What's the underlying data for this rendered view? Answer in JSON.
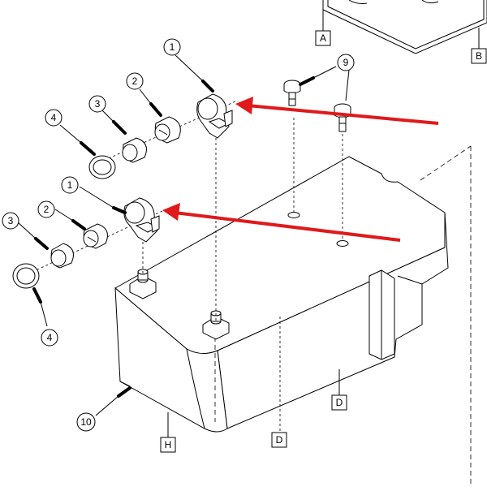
{
  "colors": {
    "line": "#000000",
    "background": "#ffffff",
    "arrow": "#e0191b"
  },
  "callouts": {
    "c1_upper": "1",
    "c2_upper": "2",
    "c3_upper": "3",
    "c4_upper": "4",
    "c1_lower": "1",
    "c2_lower": "2",
    "c3_lower": "3",
    "c4_lower": "4",
    "c9": "9",
    "c10": "10"
  },
  "letter_labels": {
    "A": "A",
    "B": "B",
    "D_right": "D",
    "D_lower": "D",
    "H": "H"
  }
}
